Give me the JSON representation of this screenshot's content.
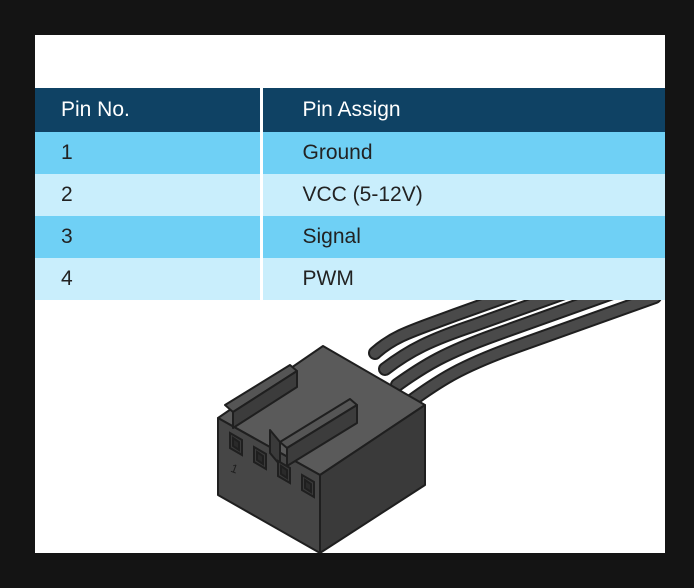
{
  "table": {
    "headers": [
      "Pin No.",
      "Pin Assign"
    ],
    "rows": [
      {
        "pin": "1",
        "assign": "Ground"
      },
      {
        "pin": "2",
        "assign": "VCC (5-12V)"
      },
      {
        "pin": "3",
        "assign": "Signal"
      },
      {
        "pin": "4",
        "assign": "PWM"
      }
    ]
  },
  "illustration": {
    "pin_marker": "1",
    "colors": {
      "connector_body": "#4a4a4a",
      "connector_outline": "#1f1f1f",
      "header_bg": "#0f4264",
      "row_odd_bg": "#6fd0f5",
      "row_even_bg": "#c9eefc"
    }
  }
}
